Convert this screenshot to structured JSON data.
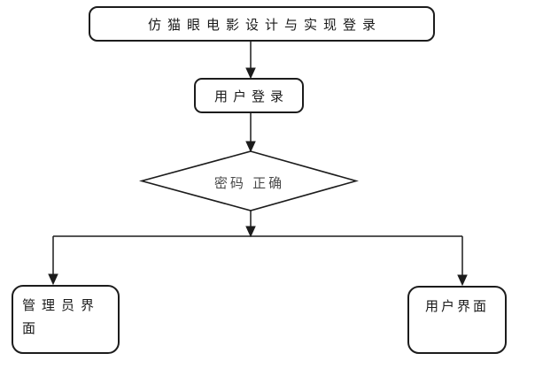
{
  "flowchart": {
    "nodes": {
      "start": {
        "label": "仿猫眼电影设计与实现登录"
      },
      "login": {
        "label": "用户登录"
      },
      "decision": {
        "label": "密码 正确"
      },
      "admin": {
        "label": "管理员界面"
      },
      "user": {
        "label": "用户界面"
      }
    },
    "colors": {
      "line": "#1c1c1c",
      "shape_fill": "#ffffff",
      "text": "#1a1a1a",
      "decision_text": "#4a4a4a",
      "background": "#ffffff"
    }
  }
}
